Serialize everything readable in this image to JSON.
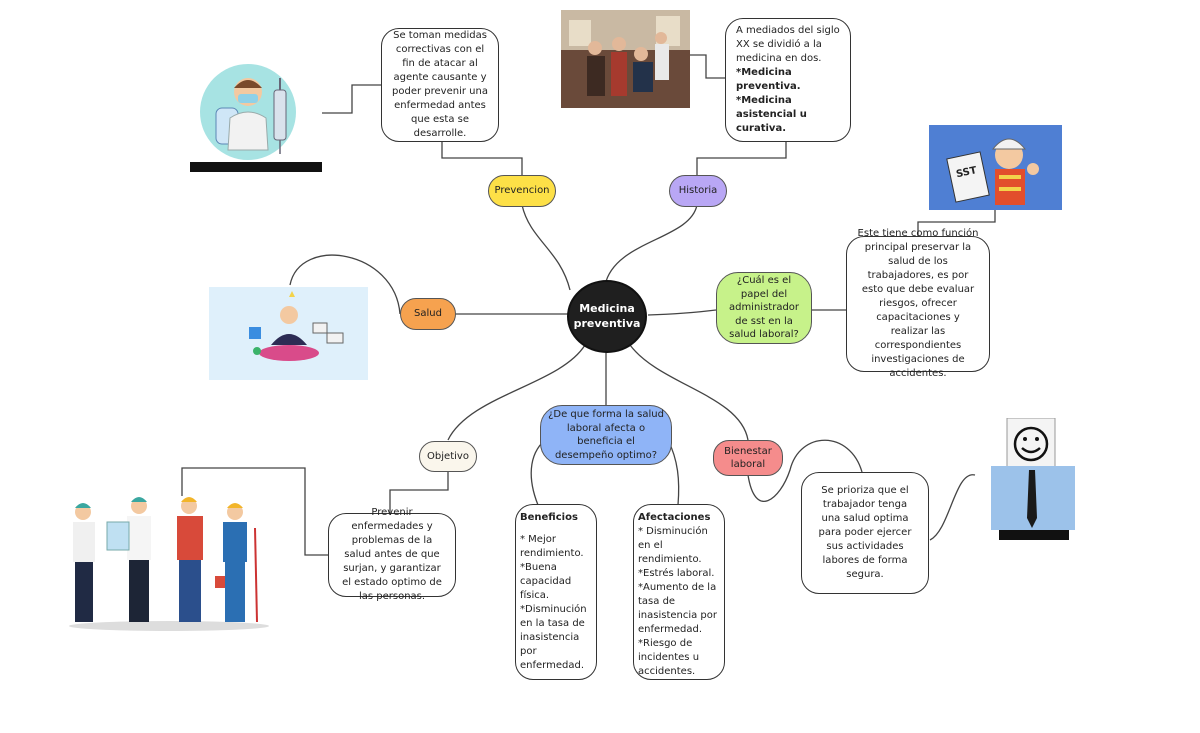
{
  "center": {
    "label": "Medicina preventiva"
  },
  "branches": {
    "prevencion": {
      "label": "Prevencion",
      "color": "#fde047"
    },
    "historia": {
      "label": "Historia",
      "color": "#b9a7f5"
    },
    "papel": {
      "label": "¿Cuál es el papel del administrador de sst en la salud laboral?",
      "color": "#c7f28a"
    },
    "salud": {
      "label": "Salud",
      "color": "#f6a24f"
    },
    "objetivo": {
      "label": "Objetivo",
      "color": "#faf6ec"
    },
    "forma": {
      "label": "¿De que forma la salud laboral afecta o beneficia el desempeño optimo?",
      "color": "#8fb4f7"
    },
    "bienestar": {
      "label": "Bienestar laboral",
      "color": "#f58c8c"
    }
  },
  "notes": {
    "prevencion_text": "Se toman medidas correctivas con el fin de atacar al agente causante y poder prevenir una enfermedad antes que esta se desarrolle.",
    "historia_intro": "A mediados del siglo XX se dividió a la medicina en dos.",
    "historia_item1": "*Medicina preventiva.",
    "historia_item2": "*Medicina asistencial u curativa.",
    "papel_text": "Este tiene como función principal preservar la salud de los trabajadores, es por esto que debe evaluar riesgos, ofrecer capacitaciones y realizar las correspondientes investigaciones de accidentes.",
    "objetivo_text": "Prevenir enfermedades y problemas de la salud antes de que surjan, y garantizar el estado optimo de las personas.",
    "beneficios_title": "Beneficios",
    "beneficios_items": [
      "* Mejor rendimiento.",
      "*Buena capacidad física.",
      "*Disminución en la tasa de inasistencia por enfermedad."
    ],
    "afectaciones_title": "Afectaciones",
    "afectaciones_items": [
      "* Disminución en el rendimiento.",
      "*Estrés laboral.",
      "*Aumento de la tasa de inasistencia por enfermedad.",
      "*Riesgo de incidentes u accidentes."
    ],
    "bienestar_text": "Se prioriza que el trabajador tenga una salud optima para poder ejercer sus actividades labores de forma segura."
  },
  "images": {
    "sst_badge": "SST"
  }
}
